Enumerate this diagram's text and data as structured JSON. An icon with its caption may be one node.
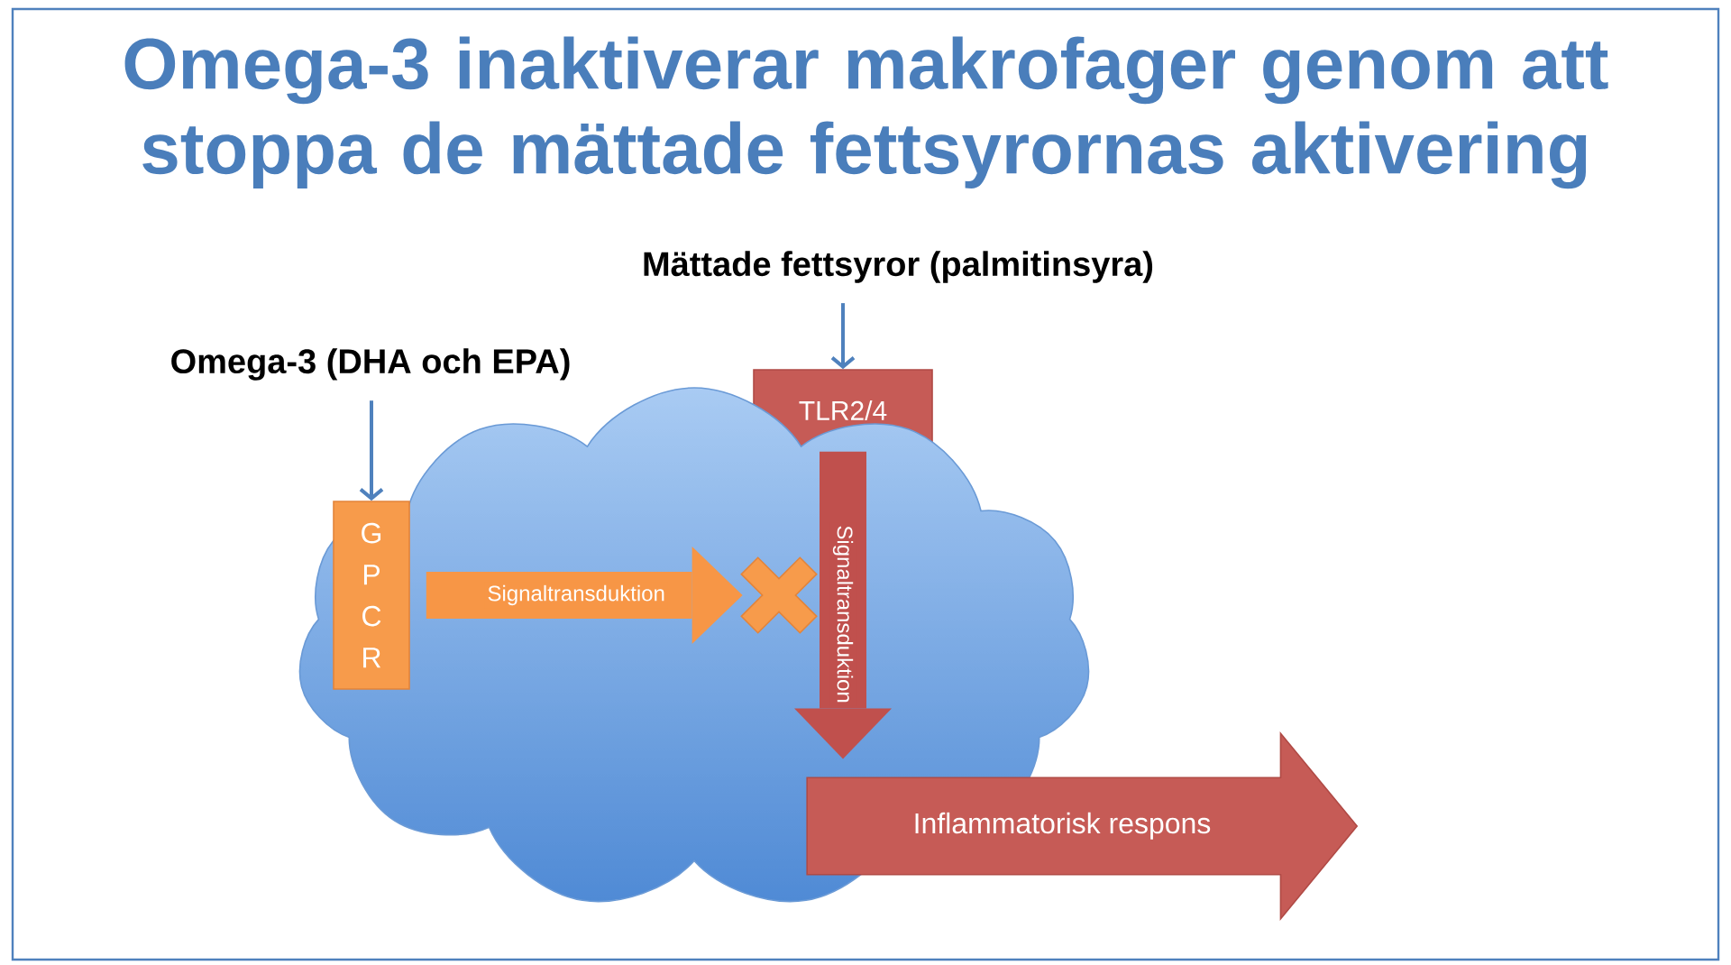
{
  "diagram": {
    "title": "Omega-3 inaktiverar makrofager genom att stoppa de mättade fettsyrornas aktivering",
    "nodes": [
      {
        "text": [
          "Mättade fettsyror (palmitinsyra)"
        ]
      },
      {
        "text": [
          "Omega-3 (DHA och EPA)"
        ]
      },
      {
        "text": [
          "TLR2/4"
        ]
      },
      {
        "text": [],
        "shape": "cloud"
      },
      {
        "text": [
          "G P C R"
        ],
        "in": 3
      },
      {
        "text": [],
        "shape": "cross",
        "in": 3
      },
      {
        "text": [
          "Inflammatorisk respons"
        ]
      }
    ],
    "edges": [
      {
        "from": 0,
        "to": 2,
        "arrow": "to"
      },
      {
        "from": 1,
        "to": 4,
        "arrow": "to"
      },
      {
        "from": 4,
        "to": 5,
        "arrow": "to",
        "label": "Signaltransduktion",
        "style": "thick",
        "color": "#f79646"
      },
      {
        "from": 2,
        "to": 6,
        "arrow": "to",
        "label": "Signaltransduktion",
        "style": "thick",
        "color": "#c0504d"
      }
    ]
  }
}
